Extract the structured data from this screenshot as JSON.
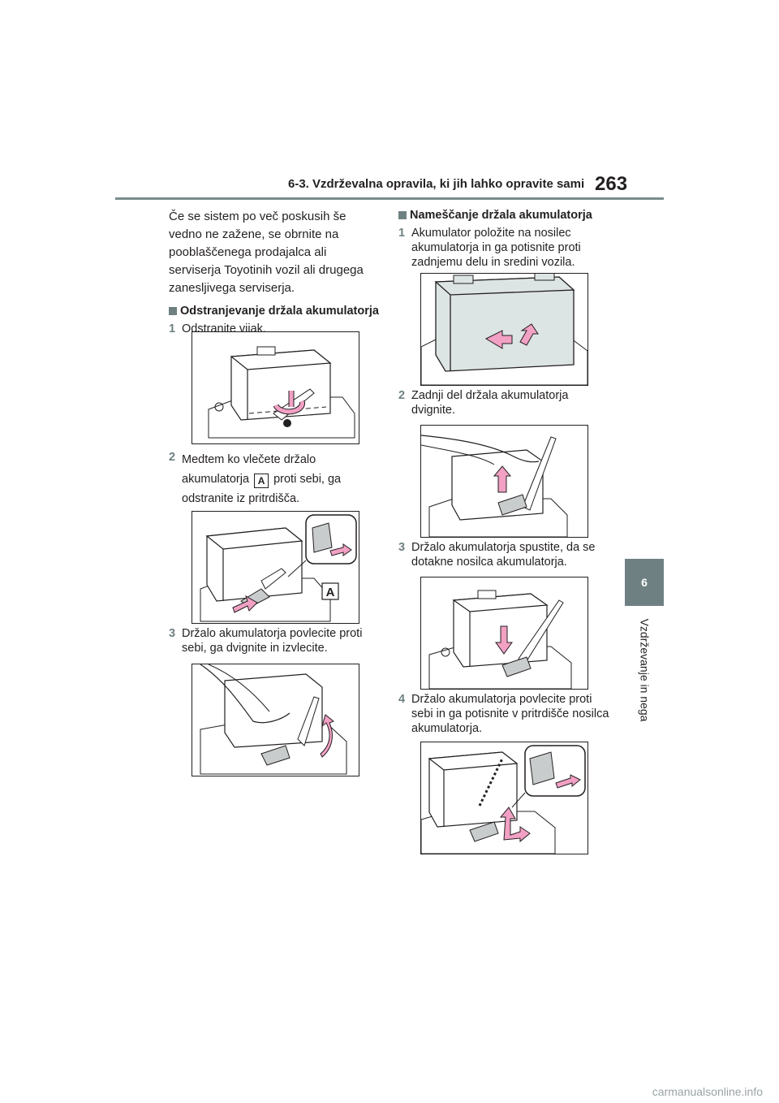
{
  "header": {
    "section_title": "6-3. Vzdrževalna opravila, ki jih lahko opravite sami",
    "page_number": "263"
  },
  "side_tab": {
    "chapter_number": "6",
    "chapter_label": "Vzdrževanje in nega"
  },
  "left_column": {
    "intro": "Če se sistem po več poskusih še vedno ne zažene, se obrnite na pooblaščenega prodajalca ali serviserja Toyotinih vozil ali drugega zanesljivega serviserja.",
    "heading": "Odstranjevanje držala akumulatorja",
    "steps": [
      {
        "num": "1",
        "text": "Odstranite vijak."
      },
      {
        "num": "2",
        "text_before": "Medtem ko vlečete držalo akumulatorja",
        "badge": "A",
        "text_after": "proti sebi, ga odstranite iz pritrdišča."
      },
      {
        "num": "3",
        "text": "Držalo akumulatorja povlecite proti sebi, ga dvignite in izvlecite."
      }
    ],
    "figure_badge": "A"
  },
  "right_column": {
    "heading": "Nameščanje držala akumulatorja",
    "steps": [
      {
        "num": "1",
        "text": "Akumulator položite na nosilec akumulatorja in ga potisnite proti zadnjemu delu in sredini vozila."
      },
      {
        "num": "2",
        "text": "Zadnji del držala akumulatorja dvignite."
      },
      {
        "num": "3",
        "text": "Držalo akumulatorja spustite, da se dotakne nosilca akumulatorja."
      },
      {
        "num": "4",
        "text": "Držalo akumulatorja povlecite proti sebi in ga potisnite v pritrdišče nosilca akumulatorja."
      }
    ]
  },
  "footer": {
    "watermark": "carmanualsonline.info"
  },
  "colors": {
    "accent": "#6f8082",
    "arrow": "#f2a0c4",
    "battery_fill": "#dde4e4"
  }
}
